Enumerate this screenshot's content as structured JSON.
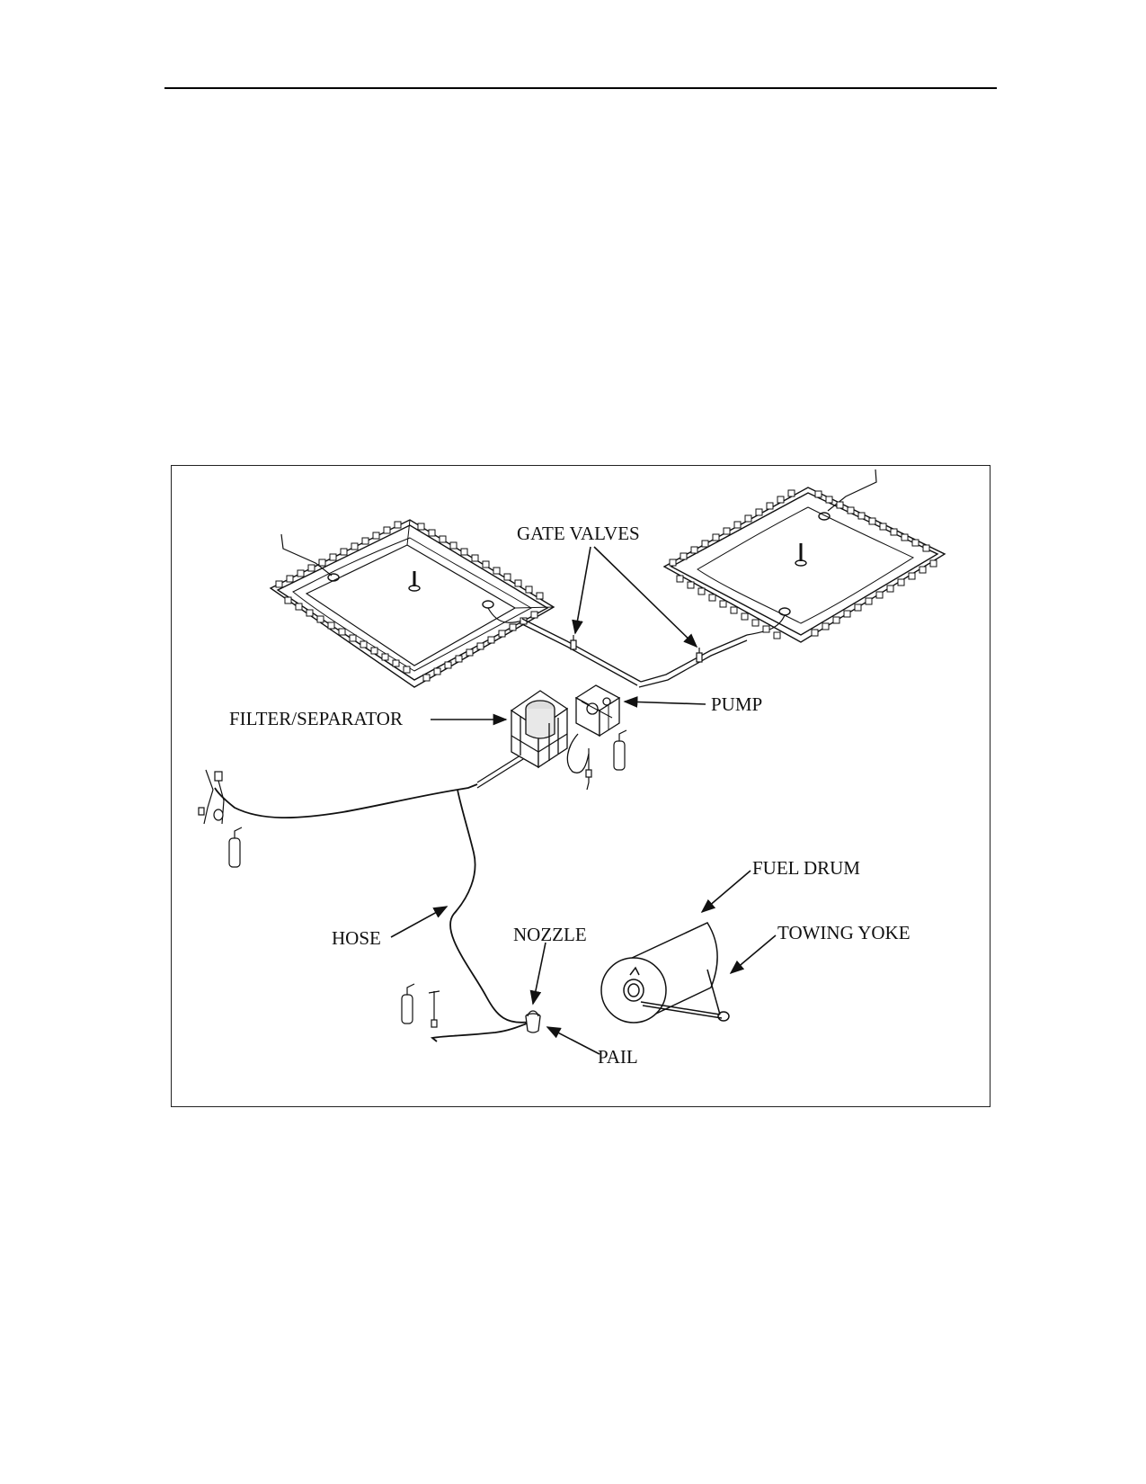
{
  "figure": {
    "labels": {
      "gate_valves": "GATE VALVES",
      "pump": "PUMP",
      "filter_separator": "FILTER/SEPARATOR",
      "fuel_drum": "FUEL DRUM",
      "towing_yoke": "TOWING YOKE",
      "hose": "HOSE",
      "nozzle": "NOZZLE",
      "pail": "PAIL"
    }
  }
}
